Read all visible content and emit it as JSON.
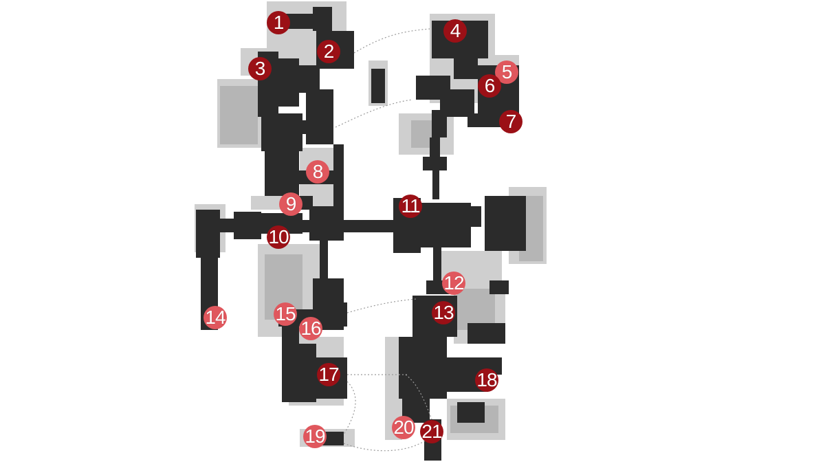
{
  "colors": {
    "background": "#ffffff",
    "wall": "#2b2b2b",
    "room_light": "#cfcfcf",
    "room_mid": "#b5b5b5",
    "marker_solid": "#9b1016",
    "marker_faded": "#e0575d",
    "marker_text": "#ffffff"
  },
  "markers": [
    {
      "label": "1",
      "style": "solid"
    },
    {
      "label": "2",
      "style": "solid"
    },
    {
      "label": "3",
      "style": "solid"
    },
    {
      "label": "4",
      "style": "solid"
    },
    {
      "label": "5",
      "style": "faded"
    },
    {
      "label": "6",
      "style": "solid"
    },
    {
      "label": "7",
      "style": "solid"
    },
    {
      "label": "8",
      "style": "faded"
    },
    {
      "label": "9",
      "style": "faded"
    },
    {
      "label": "10",
      "style": "solid"
    },
    {
      "label": "11",
      "style": "solid"
    },
    {
      "label": "12",
      "style": "faded"
    },
    {
      "label": "13",
      "style": "solid"
    },
    {
      "label": "14",
      "style": "faded"
    },
    {
      "label": "15",
      "style": "faded"
    },
    {
      "label": "16",
      "style": "faded"
    },
    {
      "label": "17",
      "style": "solid"
    },
    {
      "label": "18",
      "style": "solid"
    },
    {
      "label": "19",
      "style": "faded"
    },
    {
      "label": "20",
      "style": "faded"
    },
    {
      "label": "21",
      "style": "solid"
    }
  ]
}
